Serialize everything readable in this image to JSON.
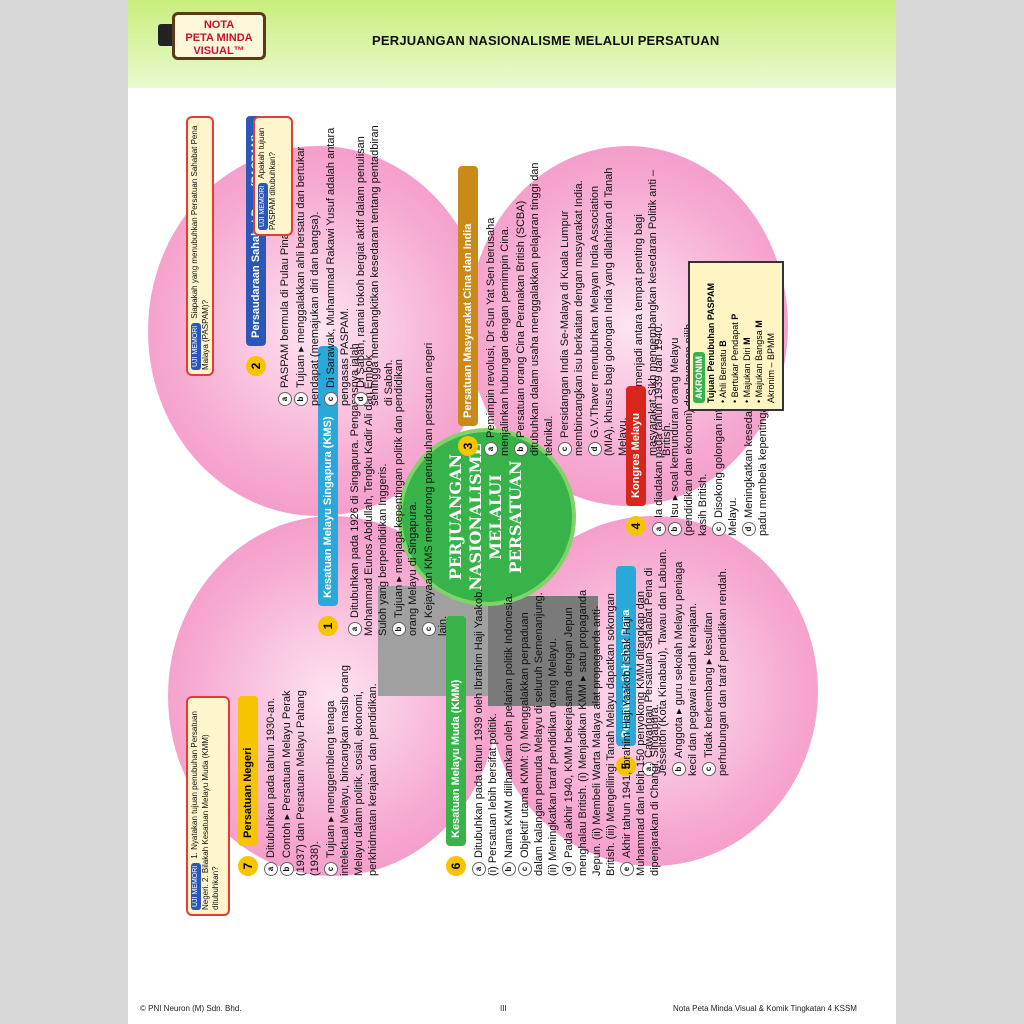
{
  "header": {
    "nota_lines": [
      "NOTA",
      "PETA MINDA",
      "VISUAL™"
    ],
    "title": "PERJUANGAN NASIONALISME MELALUI PERSATUAN"
  },
  "centre": {
    "title_lines": [
      "PERJUANGAN",
      "NASIONALISME",
      "MELALUI",
      "PERSATUAN"
    ]
  },
  "sections": [
    {
      "number": "1",
      "title": "Kesatuan Melayu Singapura (KMS)",
      "color": "#2aa8d8",
      "points": [
        {
          "label": "a",
          "text": "Ditubuhkan pada 1926 di Singapura. Pengasasnya ialah Mohammad Eunos Abdullah, Tengku Kadir Ali dan Embok Suloh yang berpendidikan Inggeris."
        },
        {
          "label": "b",
          "text": "Tujuan ▸ menjaga kepentingan politik dan pendidikan orang Melayu di Singapura."
        },
        {
          "label": "c",
          "text": "Kejayaan KMS mendorong penubuhan persatuan negeri lain."
        }
      ]
    },
    {
      "number": "2",
      "title": "Persaudaraan Sahabat Pena (PASPAM)",
      "color": "#2a57b8",
      "points": [
        {
          "label": "a",
          "text": "PASPAM bermula di Pulau Pinang pada tahun 1934."
        },
        {
          "label": "b",
          "text": "Tujuan ▸ menggalakkan ahli bersatu dan bertukar pendapat (memajukan diri dan bangsa)."
        },
        {
          "label": "c",
          "text": "Di Sarawak, Muhammad Rakawi Yusuf adalah antara pengasas PASPAM."
        },
        {
          "label": "d",
          "text": "Di Sabah, ramai tokoh bergiat aktif dalam penulisan sehingga membangkitkan kesedaran tentang pentadbiran di Sabah."
        }
      ]
    },
    {
      "number": "3",
      "title": "Persatuan Masyarakat Cina dan India",
      "color": "#c98a1a",
      "points": [
        {
          "label": "a",
          "text": "Pemimpin revolusi, Dr Sun Yat Sen berusaha menjalinkan hubungan dengan pemimpin Cina."
        },
        {
          "label": "b",
          "text": "Persatuan orang Cina Peranakan British (SCBA) ditubuhkan dalam usaha menggalakkan pelajaran tinggi dan teknikal."
        },
        {
          "label": "c",
          "text": "Persidangan India Se-Malaya di Kuala Lumpur membincangkan isu berkaitan dengan masyarakat India."
        },
        {
          "label": "d",
          "text": "G.V.Thaver menubuhkan Melayan India Association (MIA), khusus bagi golongan India yang dilahirkan di Tanah Melayu."
        },
        {
          "label": "e",
          "text": "Gurdwara menjadi antara tempat penting bagi masyarakat Sikh mengembangkan kesedaran Politik anti – British."
        }
      ]
    },
    {
      "number": "4",
      "title": "Kongres Melayu",
      "color": "#d9261c",
      "points": [
        {
          "label": "a",
          "text": "Ia diadakan pada tahun 1939 dan 1940."
        },
        {
          "label": "b",
          "text": "Isu ▸ soal kemunduran orang Melayu (pendidikan dan ekonomi) dan layanan pilih kasih British."
        },
        {
          "label": "c",
          "text": "Disokong golongan intelek dan akhbar Melayu."
        },
        {
          "label": "d",
          "text": "Meningkatkan kesedaran rakyat ▸ bersatu padu membela kepentingan diri dan bangsa."
        }
      ]
    },
    {
      "number": "5",
      "title": "Persatuan Sahabat Pena",
      "color": "#2aa8d8",
      "points": [
        {
          "label": "a",
          "text": "Cawangan Persatuan Sahabat Pena di Jesselton (Kota Kinabalu), Tawau dan Labuan."
        },
        {
          "label": "b",
          "text": "Anggota ▸ guru sekolah Melayu peniaga kecil dan pegawai rendah kerajaan."
        },
        {
          "label": "c",
          "text": "Tidak berkembang ▸ kesulitan perhubungan dan taraf pendidikan rendah."
        }
      ]
    },
    {
      "number": "6",
      "title": "Kesatuan Melayu Muda (KMM)",
      "color": "#37b34a",
      "points": [
        {
          "label": "a",
          "text": "Ditubuhkan pada tahun 1939 oleh Ibrahim Haji Yaakob. (i) Persatuan lebih bersifat politik."
        },
        {
          "label": "b",
          "text": "Nama KMM diilhamkan oleh pelarian politik Indonesia."
        },
        {
          "label": "c",
          "text": "Objektif utama KMM: (i) Menggalakkan perpaduan dalam kalangan pemuda Melayu di seluruh Semenanjung. (ii) Meningkatkan taraf pendidikan orang Melayu."
        },
        {
          "label": "d",
          "text": "Pada akhir 1940, KMM bekerjasama dengan Jepun menghalau British. (i) Menjadikan KMM ▸ satu propaganda Jepun. (ii) Membeli Warta Malaya alat propaganda anti-British. (iii) Mengelilingi Tanah Melayu dapatkan sokongan"
        },
        {
          "label": "e",
          "text": "Akhir tahun 1941, Ibrahim Haji Yaakob, Ishak Haji Muhammad dan lebih 150 penyokong KMM ditangkap dan dipenjarakan di Changi, Singapura."
        }
      ]
    },
    {
      "number": "7",
      "title": "Persatuan Negeri",
      "color": "#f6c400",
      "points": [
        {
          "label": "a",
          "text": "Ditubuhkan pada tahun 1930-an."
        },
        {
          "label": "b",
          "text": "Contoh ▸ Persatuan Melayu Perak (1937) dan Persatuan Melayu Pahang (1938)."
        },
        {
          "label": "c",
          "text": "Tujuan ▸ menggembleng tenaga intelektual Melayu, bincangkan nasib orang Melayu dalam politik, sosial, ekonomi, perkhidmatan kerajaan dan pendidikan."
        }
      ]
    }
  ],
  "uji_memori": [
    {
      "tag": "UJI MEMORI",
      "text": "Siapakah yang menubuhkan Persatuan Sahabat Pena Malaya (PASPAM)?"
    },
    {
      "tag": "UJI MEMORI",
      "text": "Apakah tujuan PASPAM ditubuhkan?"
    },
    {
      "tag": "UJI MEMORI",
      "text": "1. Nyatakan tujuan penubuhan Persatuan Negeri. 2. Bilakah Kesatuan Melayu Muda (KMM) ditubuhkan?"
    }
  ],
  "akronim": {
    "tag": "AKRONIM",
    "title": "Tujuan Penubuhan PASPAM",
    "items": [
      {
        "text": "Ahli Bersatu",
        "letter": "B"
      },
      {
        "text": "Bertukar Pendapat",
        "letter": "P"
      },
      {
        "text": "Majukan Diri",
        "letter": "M"
      },
      {
        "text": "Majukan Bangsa",
        "letter": "M"
      }
    ],
    "summary": "Akronim – BPMM"
  },
  "footer": {
    "left": "© PNI Neuron (M) Sdn. Bhd.",
    "page": "III",
    "right": "Nota Peta Minda Visual & Komik Tingkatan 4 KSSM"
  }
}
